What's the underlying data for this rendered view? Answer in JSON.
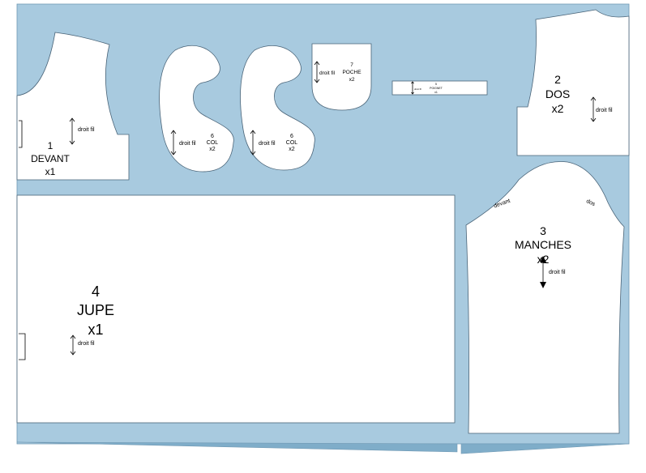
{
  "fabric_color": "#a8cadf",
  "fabric_edge_color": "#7fadc9",
  "pieces": {
    "devant": {
      "number": "1",
      "name": "DEVANT",
      "qty": "x1",
      "grain": "droit fil"
    },
    "dos": {
      "number": "2",
      "name": "DOS",
      "qty": "x2",
      "grain": "droit fil"
    },
    "manches": {
      "number": "3",
      "name": "MANCHES",
      "qty": "x2",
      "grain": "droit fil",
      "front_mark": "devant",
      "back_mark": "dos"
    },
    "jupe": {
      "number": "4",
      "name": "JUPE",
      "qty": "x1",
      "grain": "droit fil"
    },
    "poignet": {
      "number": "5",
      "name": "POIGNET",
      "qty": "x1",
      "grain": "droit fil"
    },
    "col_a": {
      "number": "6",
      "name": "COL",
      "qty": "x2",
      "grain": "droit fil"
    },
    "col_b": {
      "number": "6",
      "name": "COL",
      "qty": "x2",
      "grain": "droit fil"
    },
    "poche": {
      "number": "7",
      "name": "POCHE",
      "qty": "x2",
      "grain": "droit fil"
    }
  }
}
